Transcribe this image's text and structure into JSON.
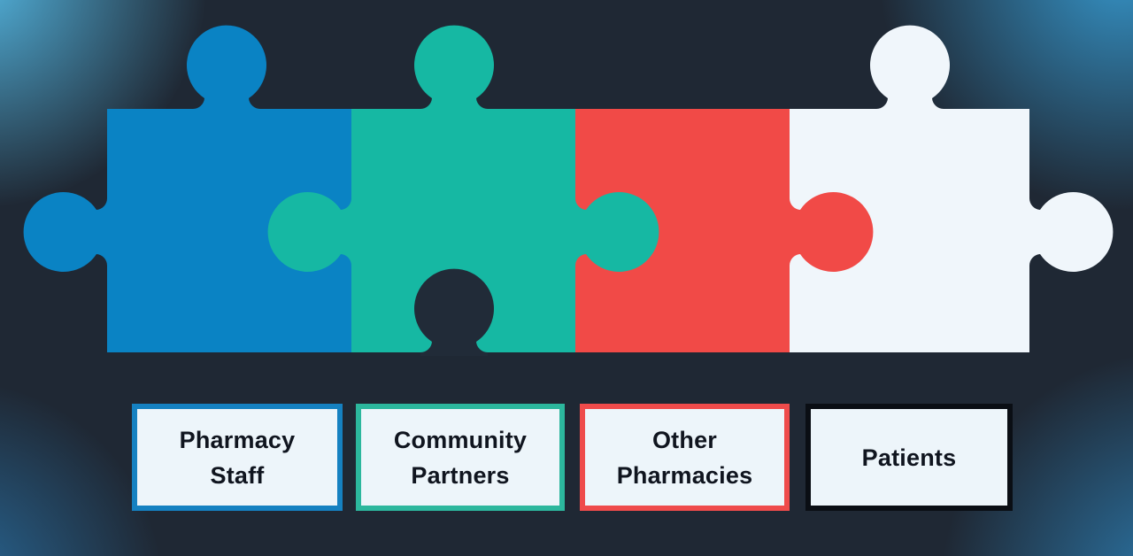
{
  "puzzle": {
    "pieces": [
      {
        "name": "pharmacy-staff",
        "color": "#0a83c4"
      },
      {
        "name": "community-partners",
        "color": "#16b8a3"
      },
      {
        "name": "other-pharmacies",
        "color": "#f14a47"
      },
      {
        "name": "patients",
        "color": "#f0f6fb"
      }
    ],
    "socket_color": "#212b38"
  },
  "labels": [
    {
      "text": "Pharmacy\nStaff",
      "border_color": "#1581c1"
    },
    {
      "text": "Community\nPartners",
      "border_color": "#2cb79d"
    },
    {
      "text": "Other\nPharmacies",
      "border_color": "#ef4b4b"
    },
    {
      "text": "Patients",
      "border_color": "#0a0e14"
    }
  ],
  "colors": {
    "background": "#1f2834",
    "corner_glow": "#3ba8dc",
    "label_fill": "#edf5fa",
    "label_text": "#10151f"
  }
}
